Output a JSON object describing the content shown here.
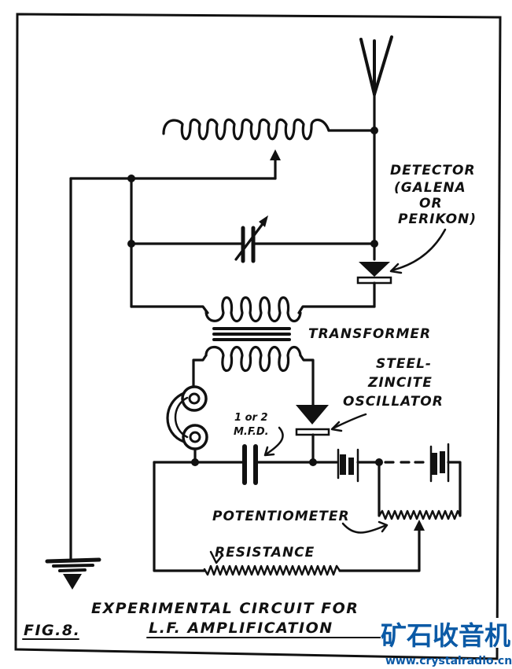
{
  "figure": {
    "number_label": "FIG.8.",
    "caption_line1": "EXPERIMENTAL CIRCUIT FOR",
    "caption_line2": "L.F. AMPLIFICATION"
  },
  "labels": {
    "detector_line1": "DETECTOR",
    "detector_line2": "(GALENA",
    "detector_line3": "OR",
    "detector_line4": "PERIKON)",
    "transformer": "TRANSFORMER",
    "oscillator_line1": "STEEL-",
    "oscillator_line2": "ZINCITE",
    "oscillator_line3": "OSCILLATOR",
    "capacitor_line1": "1 or 2",
    "capacitor_line2": "M.F.D.",
    "potentiometer": "POTENTIOMETER",
    "resistance": "RESISTANCE"
  },
  "components": [
    {
      "name": "aerial",
      "icon": "antenna-icon"
    },
    {
      "name": "tuning inductance with slider",
      "icon": "variable-inductor-icon"
    },
    {
      "name": "variable condenser",
      "icon": "variable-capacitor-icon"
    },
    {
      "name": "crystal detector",
      "icon": "crystal-diode-icon"
    },
    {
      "name": "transformer",
      "icon": "transformer-icon"
    },
    {
      "name": "telephone receivers",
      "icon": "headphones-icon"
    },
    {
      "name": "fixed condenser 1 or 2 mfd",
      "icon": "capacitor-icon"
    },
    {
      "name": "steel-zincite oscillator",
      "icon": "crystal-diode-icon"
    },
    {
      "name": "battery",
      "icon": "battery-icon"
    },
    {
      "name": "potentiometer",
      "icon": "potentiometer-icon"
    },
    {
      "name": "resistance",
      "icon": "resistor-icon"
    },
    {
      "name": "earth",
      "icon": "ground-icon"
    }
  ],
  "watermark": {
    "chinese_text": "矿石收音机",
    "url": "www.crystalradio.cn",
    "color": "#0b5aa6"
  }
}
